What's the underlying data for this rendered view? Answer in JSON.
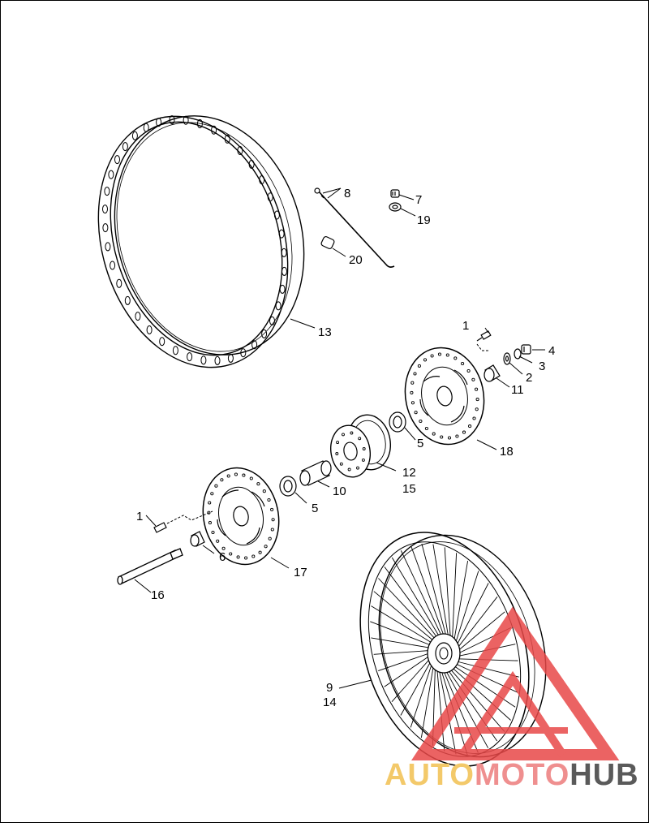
{
  "diagram": {
    "callouts": {
      "c1a": "1",
      "c1b": "1",
      "c2": "2",
      "c3": "3",
      "c4": "4",
      "c5a": "5",
      "c5b": "5",
      "c6": "6",
      "c7": "7",
      "c8": "8",
      "c9": "9",
      "c10": "10",
      "c11": "11",
      "c12": "12",
      "c13": "13",
      "c14": "14",
      "c15": "15",
      "c16": "16",
      "c17": "17",
      "c18": "18",
      "c19": "19",
      "c20": "20"
    }
  },
  "watermark": {
    "part1": "AUTO",
    "part2": "MOTO",
    "part3": "HUB",
    "colors": {
      "auto": "#f3c96a",
      "moto": "#ef8f8f",
      "hub": "#5a5a5a",
      "logo": "#e84848"
    }
  }
}
